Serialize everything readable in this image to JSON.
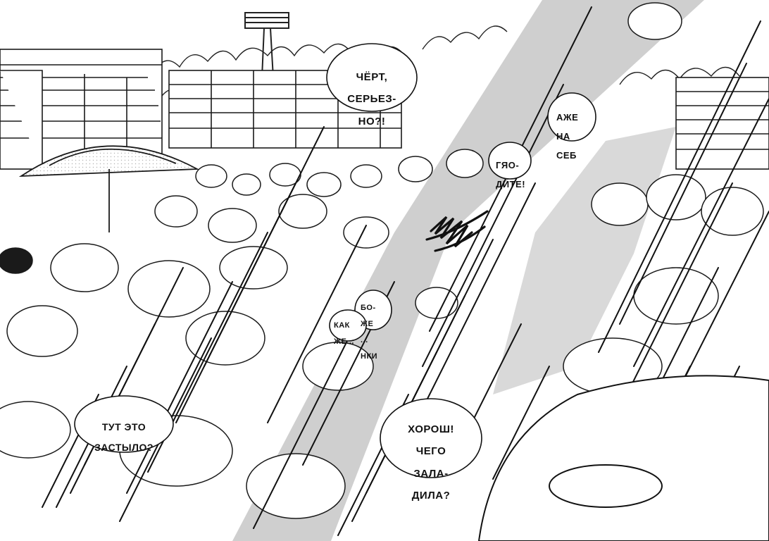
{
  "page": {
    "kind": "manga-panel",
    "palette": {
      "ink": "#111111",
      "paper": "#ffffff",
      "screentone": "#d9d9d9"
    }
  },
  "bubbles": [
    {
      "id": "t1",
      "lines": [
        "ЧЁРТ,",
        "СЕРЬЕЗ-",
        "НО?!"
      ]
    },
    {
      "id": "t2",
      "lines": [
        "АЖЕ",
        "НА",
        "СЕБ"
      ]
    },
    {
      "id": "t3",
      "lines": [
        "ГЯО-",
        "ДИТЕ!"
      ]
    },
    {
      "id": "t4",
      "lines": [
        "БО-",
        "ЖЕ",
        "...",
        "НКИ"
      ]
    },
    {
      "id": "t5",
      "lines": [
        "КАК",
        "ЖЕ..."
      ]
    },
    {
      "id": "t6",
      "lines": [
        "ТУТ ЭТО",
        "ЗАСТЫЛО?"
      ]
    },
    {
      "id": "t7",
      "lines": [
        "ХОРОШ!",
        "ЧЕГО",
        "ЗАЛА-",
        "ДИЛА?"
      ]
    }
  ],
  "icons": {
    "stadium": "stadium-illustration",
    "trees": "tree-line-illustration",
    "crowd": "crowd-illustration",
    "speed-lines": "speed-lines",
    "emblem": "scribble-emblem-icon"
  }
}
